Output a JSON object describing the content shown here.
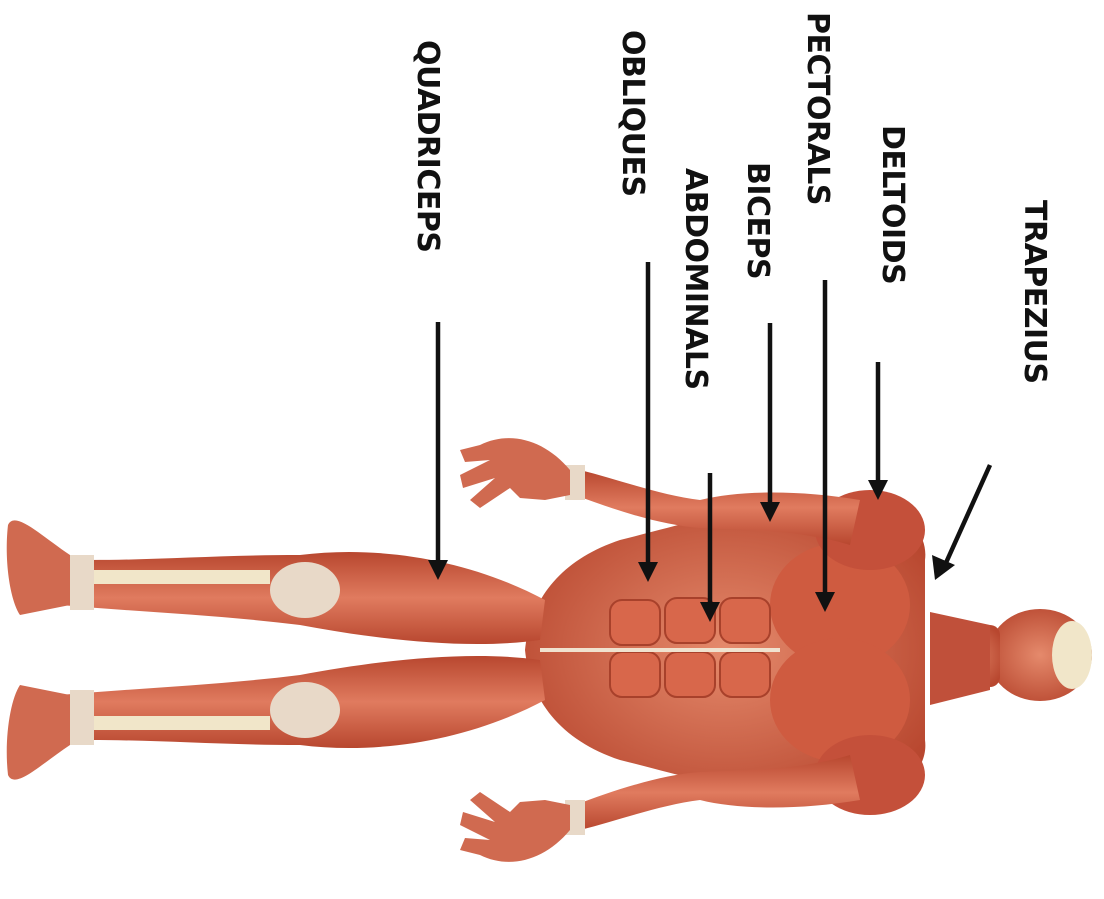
{
  "labels": {
    "trapezius": "TRAPEZIUS",
    "deltoids": "DELTOIDS",
    "pectorals": "PECTORALS",
    "biceps": "BICEPS",
    "abdominals": "ABDOMINALS",
    "obliques": "OBLIQUES",
    "quadriceps": "QUADRICEPS"
  },
  "colors": {
    "muscle": "#c9543a",
    "muscle_light": "#e07b5f",
    "tendon": "#e8d9c8",
    "bone": "#f1e6c9",
    "ink": "#111111"
  }
}
